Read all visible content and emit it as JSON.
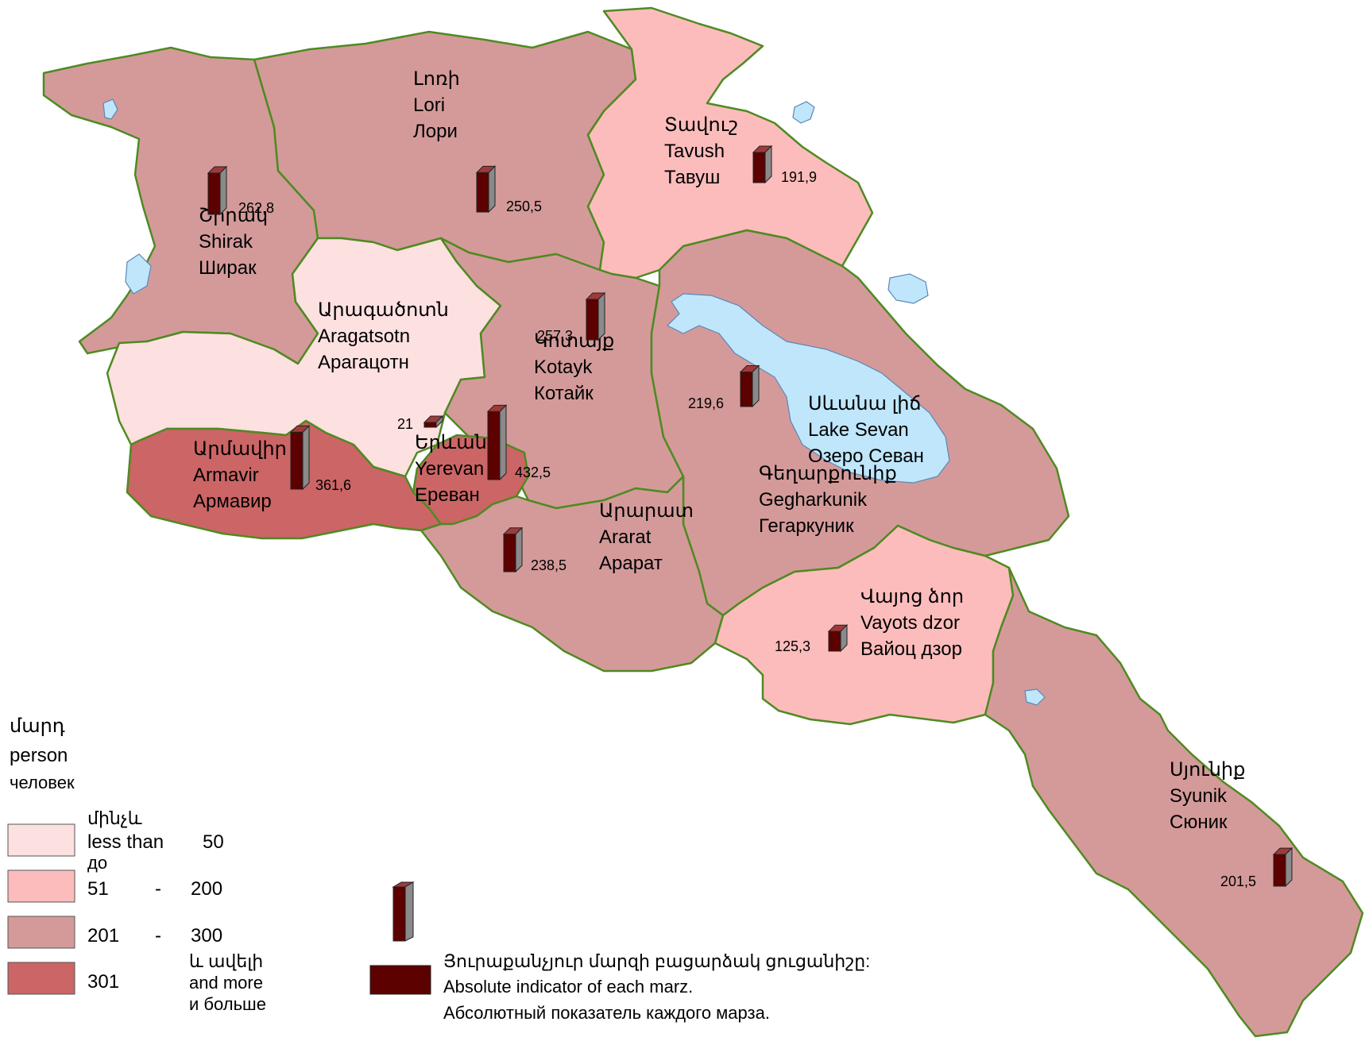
{
  "colors": {
    "class_1": "#fde0e0",
    "class_2": "#fcbcbc",
    "class_3": "#d49a9a",
    "class_4": "#cc6565",
    "lake": "#bfe6fb",
    "border": "#4f8a22",
    "bar": "#5c0000"
  },
  "regions": {
    "shirak": {
      "hy": "Շիրակ",
      "en": "Shirak",
      "ru": "Ширак",
      "value": "262,8",
      "class": 3
    },
    "lori": {
      "hy": "Լոռի",
      "en": "Lori",
      "ru": "Лори",
      "value": "250,5",
      "class": 3
    },
    "tavush": {
      "hy": "Տավուշ",
      "en": "Tavush",
      "ru": "Тавуш",
      "value": "191,9",
      "class": 2
    },
    "aragatsotn": {
      "hy": "Արագածոտն",
      "en": "Aragatsotn",
      "ru": "Арагацотн",
      "value": "21",
      "class": 1
    },
    "kotayk": {
      "hy": "Կոտայք",
      "en": "Kotayk",
      "ru": "Котайк",
      "value": "257,3",
      "class": 3
    },
    "gegharkunik": {
      "hy": "Գեղարքունիք",
      "en": "Gegharkunik",
      "ru": "Гегаркуник",
      "value": "219,6",
      "class": 3
    },
    "armavir": {
      "hy": "Արմավիր",
      "en": "Armavir",
      "ru": "Армавир",
      "value": "361,6",
      "class": 4
    },
    "yerevan": {
      "hy": "Երևան",
      "en": "Yerevan",
      "ru": "Ереван",
      "value": "432,5",
      "class": 4
    },
    "ararat": {
      "hy": "Արարատ",
      "en": "Ararat",
      "ru": "Арарат",
      "value": "238,5",
      "class": 3
    },
    "vayots_dzor": {
      "hy": "Վայոց ձոր",
      "en": "Vayots dzor",
      "ru": "Вайоц дзор",
      "value": "125,3",
      "class": 2
    },
    "syunik": {
      "hy": "Սյունիք",
      "en": "Syunik",
      "ru": "Сюник",
      "value": "201,5",
      "class": 3
    }
  },
  "lake_sevan": {
    "hy": "Սևանա լիճ",
    "en": "Lake Sevan",
    "ru": "Озеро Севан"
  },
  "legend": {
    "unit": {
      "hy": "մարդ",
      "en": "person",
      "ru": "человек"
    },
    "classes": [
      {
        "lower": "",
        "upper": "50",
        "prefix_hy": "մինչև",
        "prefix_en": "less than",
        "prefix_ru": "до"
      },
      {
        "lower": "51",
        "dash": "-",
        "upper": "200"
      },
      {
        "lower": "201",
        "dash": "-",
        "upper": "300"
      },
      {
        "lower": "301",
        "suffix_hy": "և ավելի",
        "suffix_en": "and more",
        "suffix_ru": "и больше"
      }
    ],
    "bar_caption": {
      "hy": "Յուրաքանչյուր մարզի բացարձակ ցուցանիշը:",
      "en": "Absolute indicator of each marz.",
      "ru": "Абсолютный показатель каждого марза."
    }
  }
}
